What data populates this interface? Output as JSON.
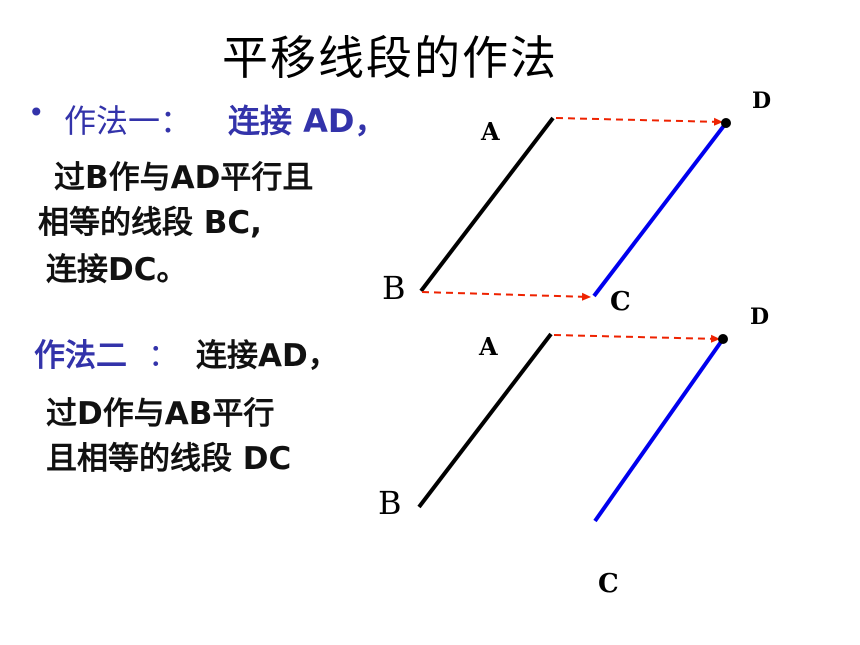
{
  "title": "平移线段的作法",
  "method1": {
    "bullet": "•",
    "label": "作法一：",
    "line1": "连接 AD，",
    "line2": "过B作与AD平行且",
    "line3": "相等的线段 BC,",
    "line4": "连接DC。"
  },
  "method2": {
    "label": "作法二",
    "colon": "：",
    "line1": "连接AD，",
    "line2": "过D作与AB平行",
    "line3": "且相等的线段 DC"
  },
  "figure1": {
    "A": "A",
    "B": "B",
    "C": "C",
    "D": "D"
  },
  "figure2": {
    "A": "A",
    "B": "B",
    "C": "C",
    "D": "D"
  },
  "colors": {
    "original_segment": "#000000",
    "translated_segment": "#0000ee",
    "helper_arrow": "#ee2200",
    "heading_text": "#3333aa"
  }
}
